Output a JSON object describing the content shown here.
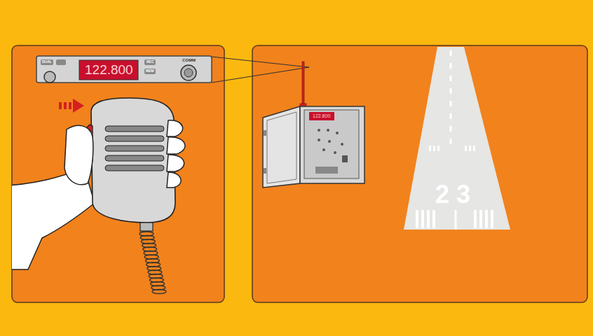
{
  "diagram": {
    "labels": [
      "122.800",
      "DUAL",
      "REC",
      "MEM",
      "COMM",
      "122.800",
      "23"
    ]
  }
}
